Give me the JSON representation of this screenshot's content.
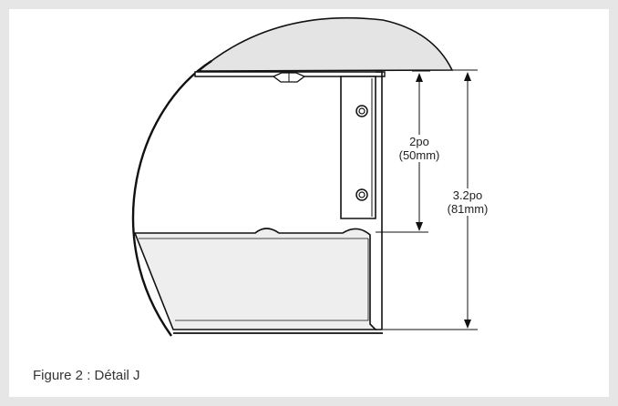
{
  "figure": {
    "caption": "Figure 2 : Détail J",
    "dimensions": [
      {
        "id": "inner",
        "line1": "2po",
        "line2": "(50mm)"
      },
      {
        "id": "outer",
        "line1": "3.2po",
        "line2": "(81mm)"
      }
    ],
    "colors": {
      "background": "#e6e6e6",
      "panel": "#ffffff",
      "ceiling_fill": "#e4e4e4",
      "line": "#111111"
    }
  }
}
